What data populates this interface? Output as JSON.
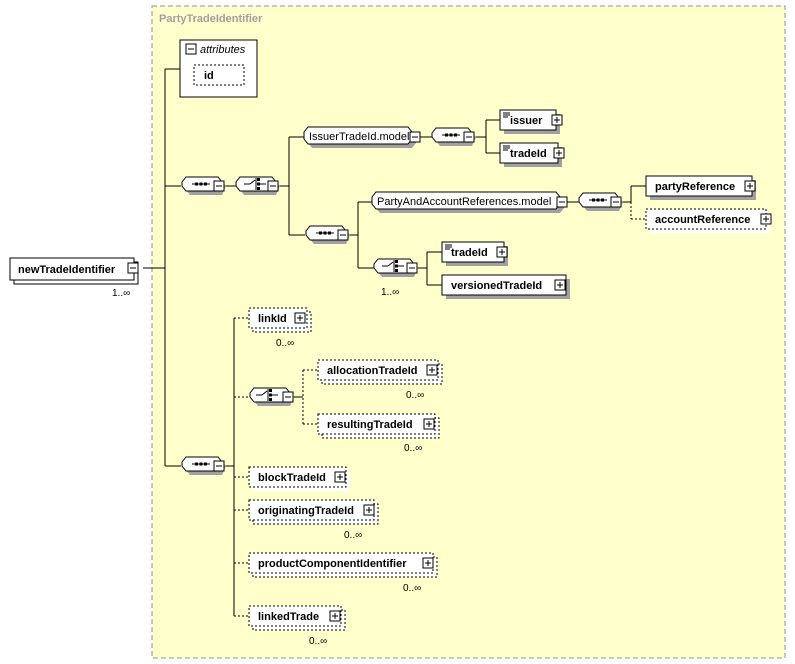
{
  "colors": {
    "type_bg": "#ffffcc",
    "box_bg": "#ffffff",
    "line": "#000000",
    "shadow": "#a0a0a0",
    "title": "#a0a0a0"
  },
  "type_title": "PartyTradeIdentifier",
  "attributes": {
    "label": "attributes",
    "items": [
      "id"
    ]
  },
  "root": {
    "name": "newTradeIdentifier",
    "occurs": "1..∞"
  },
  "group_issuer": "IssuerTradeId.model",
  "group_party": "PartyAndAccountReferences.model",
  "elements": {
    "issuer": "issuer",
    "tradeId_1": "tradeId",
    "partyReference": "partyReference",
    "accountReference": "accountReference",
    "tradeId_2": "tradeId",
    "versionedTradeId": "versionedTradeId",
    "linkId": "linkId",
    "allocationTradeId": "allocationTradeId",
    "resultingTradeId": "resultingTradeId",
    "blockTradeId": "blockTradeId",
    "originatingTradeId": "originatingTradeId",
    "productComponentIdentifier": "productComponentIdentifier",
    "linkedTrade": "linkedTrade"
  },
  "occurs": {
    "choice_inner": "1..∞",
    "linkId": "0..∞",
    "allocationTradeId": "0..∞",
    "resultingTradeId": "0..∞",
    "originatingTradeId": "0..∞",
    "productComponentIdentifier": "0..∞",
    "linkedTrade": "0..∞"
  }
}
